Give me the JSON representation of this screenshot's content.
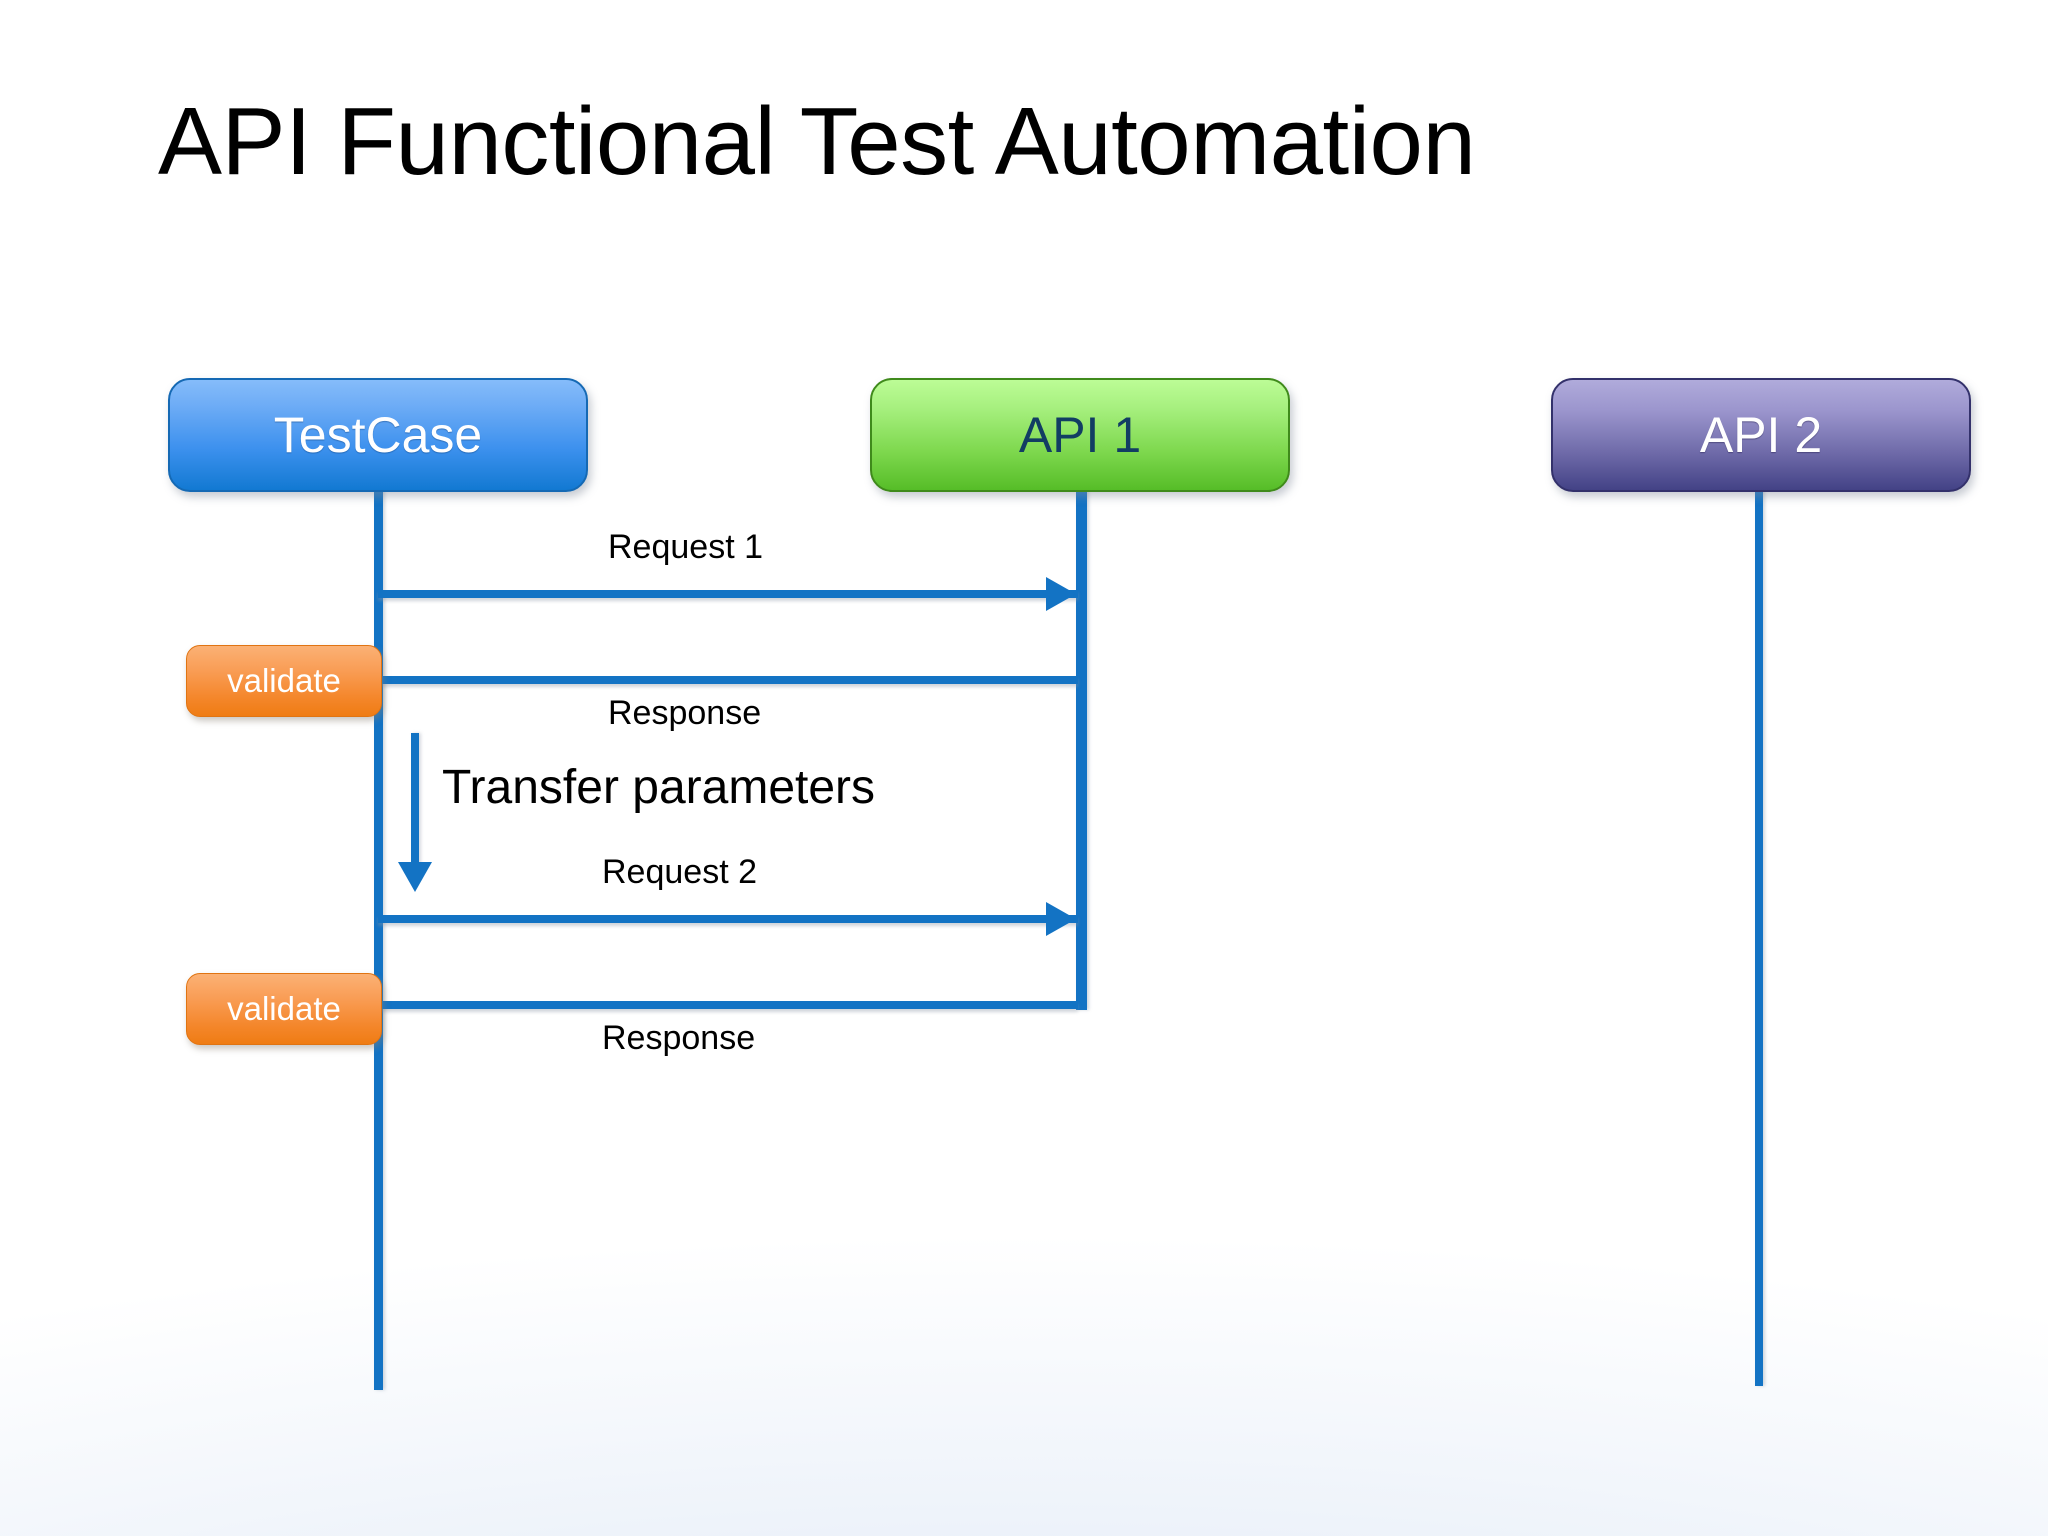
{
  "slide": {
    "title": "API Functional Test Automation",
    "background_top": "#ffffff",
    "background_bottom": "#c9d9ef"
  },
  "diagram": {
    "type": "sequence-diagram",
    "line_color": "#1373c4",
    "participants": [
      {
        "id": "testcase",
        "label": "TestCase",
        "color_top": "#85bcfa",
        "color_bottom": "#1279d2",
        "text_color": "#ffffff"
      },
      {
        "id": "api1",
        "label": "API 1",
        "color_top": "#bcfc96",
        "color_bottom": "#56bd28",
        "text_color": "#123d63"
      },
      {
        "id": "api2",
        "label": "API 2",
        "color_top": "#b0abdb",
        "color_bottom": "#434286",
        "text_color": "#ffffff"
      }
    ],
    "activations": [
      {
        "id": "validate-1",
        "label": "validate",
        "color_top": "#fbb175",
        "color_bottom": "#ef7c13",
        "text_color": "#ffffff"
      },
      {
        "id": "validate-2",
        "label": "validate",
        "color_top": "#fbb175",
        "color_bottom": "#ef7c13",
        "text_color": "#ffffff"
      }
    ],
    "messages": [
      {
        "id": "request-1",
        "label": "Request 1",
        "from": "testcase",
        "to": "api1",
        "direction": "right"
      },
      {
        "id": "response-1",
        "label": "Response",
        "from": "api1",
        "to": "testcase",
        "direction": "left"
      },
      {
        "id": "request-2",
        "label": "Request 2",
        "from": "testcase",
        "to": "api1",
        "direction": "right"
      },
      {
        "id": "response-2",
        "label": "Response",
        "from": "api1",
        "to": "testcase",
        "direction": "left"
      }
    ],
    "notes": [
      {
        "id": "transfer-parameters",
        "label": "Transfer parameters",
        "direction": "down"
      }
    ]
  }
}
